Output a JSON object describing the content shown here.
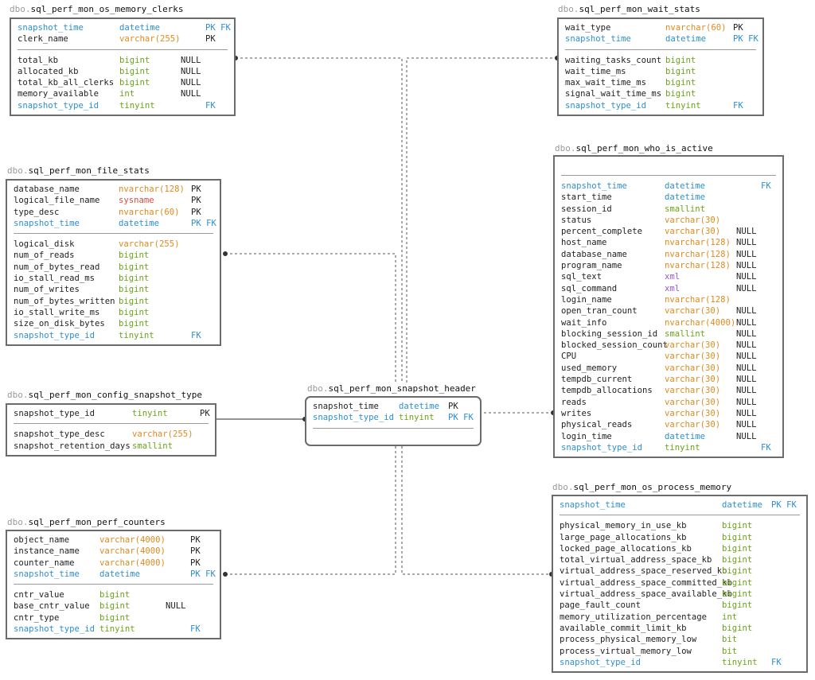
{
  "tables": [
    {
      "id": "os_memory_clerks",
      "schema": "dbo.",
      "name": "sql_perf_mon_os_memory_clerks",
      "rounded": false,
      "key_columns": [
        {
          "name": "snapshot_time",
          "type": "datetime",
          "null": "",
          "keys": "PK FK",
          "fk": true
        },
        {
          "name": "clerk_name",
          "type": "varchar(255)",
          "null": "",
          "keys": "PK",
          "fk": false
        }
      ],
      "columns": [
        {
          "name": "total_kb",
          "type": "bigint",
          "null": "NULL",
          "keys": "",
          "fk": false
        },
        {
          "name": "allocated_kb",
          "type": "bigint",
          "null": "NULL",
          "keys": "",
          "fk": false
        },
        {
          "name": "total_kb_all_clerks",
          "type": "bigint",
          "null": "NULL",
          "keys": "",
          "fk": false
        },
        {
          "name": "memory_available",
          "type": "int",
          "null": "NULL",
          "keys": "",
          "fk": false
        },
        {
          "name": "snapshot_type_id",
          "type": "tinyint",
          "null": "",
          "keys": "FK",
          "fk": true
        }
      ]
    },
    {
      "id": "wait_stats",
      "schema": "dbo.",
      "name": "sql_perf_mon_wait_stats",
      "rounded": false,
      "key_columns": [
        {
          "name": "wait_type",
          "type": "nvarchar(60)",
          "null": "",
          "keys": "PK",
          "fk": false
        },
        {
          "name": "snapshot_time",
          "type": "datetime",
          "null": "",
          "keys": "PK FK",
          "fk": true
        }
      ],
      "columns": [
        {
          "name": "waiting_tasks_count",
          "type": "bigint",
          "null": "",
          "keys": "",
          "fk": false
        },
        {
          "name": "wait_time_ms",
          "type": "bigint",
          "null": "",
          "keys": "",
          "fk": false
        },
        {
          "name": "max_wait_time_ms",
          "type": "bigint",
          "null": "",
          "keys": "",
          "fk": false
        },
        {
          "name": "signal_wait_time_ms",
          "type": "bigint",
          "null": "",
          "keys": "",
          "fk": false
        },
        {
          "name": "snapshot_type_id",
          "type": "tinyint",
          "null": "",
          "keys": "FK",
          "fk": true
        }
      ]
    },
    {
      "id": "file_stats",
      "schema": "dbo.",
      "name": "sql_perf_mon_file_stats",
      "rounded": false,
      "key_columns": [
        {
          "name": "database_name",
          "type": "nvarchar(128)",
          "null": "",
          "keys": "PK",
          "fk": false
        },
        {
          "name": "logical_file_name",
          "type": "sysname",
          "null": "",
          "keys": "PK",
          "fk": false
        },
        {
          "name": "type_desc",
          "type": "nvarchar(60)",
          "null": "",
          "keys": "PK",
          "fk": false
        },
        {
          "name": "snapshot_time",
          "type": "datetime",
          "null": "",
          "keys": "PK FK",
          "fk": true
        }
      ],
      "columns": [
        {
          "name": "logical_disk",
          "type": "varchar(255)",
          "null": "",
          "keys": "",
          "fk": false
        },
        {
          "name": "num_of_reads",
          "type": "bigint",
          "null": "",
          "keys": "",
          "fk": false
        },
        {
          "name": "num_of_bytes_read",
          "type": "bigint",
          "null": "",
          "keys": "",
          "fk": false
        },
        {
          "name": "io_stall_read_ms",
          "type": "bigint",
          "null": "",
          "keys": "",
          "fk": false
        },
        {
          "name": "num_of_writes",
          "type": "bigint",
          "null": "",
          "keys": "",
          "fk": false
        },
        {
          "name": "num_of_bytes_written",
          "type": "bigint",
          "null": "",
          "keys": "",
          "fk": false
        },
        {
          "name": "io_stall_write_ms",
          "type": "bigint",
          "null": "",
          "keys": "",
          "fk": false
        },
        {
          "name": "size_on_disk_bytes",
          "type": "bigint",
          "null": "",
          "keys": "",
          "fk": false
        },
        {
          "name": "snapshot_type_id",
          "type": "tinyint",
          "null": "",
          "keys": "FK",
          "fk": true
        }
      ]
    },
    {
      "id": "who_is_active",
      "schema": "dbo.",
      "name": "sql_perf_mon_who_is_active",
      "rounded": false,
      "key_columns": [],
      "columns": [
        {
          "name": "snapshot_time",
          "type": "datetime",
          "null": "",
          "keys": "FK",
          "fk": true
        },
        {
          "name": "start_time",
          "type": "datetime",
          "null": "",
          "keys": "",
          "fk": false
        },
        {
          "name": "session_id",
          "type": "smallint",
          "null": "",
          "keys": "",
          "fk": false
        },
        {
          "name": "status",
          "type": "varchar(30)",
          "null": "",
          "keys": "",
          "fk": false
        },
        {
          "name": "percent_complete",
          "type": "varchar(30)",
          "null": "NULL",
          "keys": "",
          "fk": false
        },
        {
          "name": "host_name",
          "type": "nvarchar(128)",
          "null": "NULL",
          "keys": "",
          "fk": false
        },
        {
          "name": "database_name",
          "type": "nvarchar(128)",
          "null": "NULL",
          "keys": "",
          "fk": false
        },
        {
          "name": "program_name",
          "type": "nvarchar(128)",
          "null": "NULL",
          "keys": "",
          "fk": false
        },
        {
          "name": "sql_text",
          "type": "xml",
          "null": "NULL",
          "keys": "",
          "fk": false
        },
        {
          "name": "sql_command",
          "type": "xml",
          "null": "NULL",
          "keys": "",
          "fk": false
        },
        {
          "name": "login_name",
          "type": "nvarchar(128)",
          "null": "",
          "keys": "",
          "fk": false
        },
        {
          "name": "open_tran_count",
          "type": "varchar(30)",
          "null": "NULL",
          "keys": "",
          "fk": false
        },
        {
          "name": "wait_info",
          "type": "nvarchar(4000)",
          "null": "NULL",
          "keys": "",
          "fk": false
        },
        {
          "name": "blocking_session_id",
          "type": "smallint",
          "null": "NULL",
          "keys": "",
          "fk": false
        },
        {
          "name": "blocked_session_count",
          "type": "varchar(30)",
          "null": "NULL",
          "keys": "",
          "fk": false
        },
        {
          "name": "CPU",
          "type": "varchar(30)",
          "null": "NULL",
          "keys": "",
          "fk": false
        },
        {
          "name": "used_memory",
          "type": "varchar(30)",
          "null": "NULL",
          "keys": "",
          "fk": false
        },
        {
          "name": "tempdb_current",
          "type": "varchar(30)",
          "null": "NULL",
          "keys": "",
          "fk": false
        },
        {
          "name": "tempdb_allocations",
          "type": "varchar(30)",
          "null": "NULL",
          "keys": "",
          "fk": false
        },
        {
          "name": "reads",
          "type": "varchar(30)",
          "null": "NULL",
          "keys": "",
          "fk": false
        },
        {
          "name": "writes",
          "type": "varchar(30)",
          "null": "NULL",
          "keys": "",
          "fk": false
        },
        {
          "name": "physical_reads",
          "type": "varchar(30)",
          "null": "NULL",
          "keys": "",
          "fk": false
        },
        {
          "name": "login_time",
          "type": "datetime",
          "null": "NULL",
          "keys": "",
          "fk": false
        },
        {
          "name": "snapshot_type_id",
          "type": "tinyint",
          "null": "",
          "keys": "FK",
          "fk": true
        }
      ]
    },
    {
      "id": "config_snapshot_type",
      "schema": "dbo.",
      "name": "sql_perf_mon_config_snapshot_type",
      "rounded": false,
      "key_columns": [
        {
          "name": "snapshot_type_id",
          "type": "tinyint",
          "null": "",
          "keys": "PK",
          "fk": false
        }
      ],
      "columns": [
        {
          "name": "snapshot_type_desc",
          "type": "varchar(255)",
          "null": "",
          "keys": "",
          "fk": false
        },
        {
          "name": "snapshot_retention_days",
          "type": "smallint",
          "null": "",
          "keys": "",
          "fk": false
        }
      ]
    },
    {
      "id": "snapshot_header",
      "schema": "dbo.",
      "name": "sql_perf_mon_snapshot_header",
      "rounded": true,
      "key_columns": [
        {
          "name": "snapshot_time",
          "type": "datetime",
          "null": "",
          "keys": "PK",
          "fk": false
        },
        {
          "name": "snapshot_type_id",
          "type": "tinyint",
          "null": "",
          "keys": "PK FK",
          "fk": true
        }
      ],
      "columns": []
    },
    {
      "id": "perf_counters",
      "schema": "dbo.",
      "name": "sql_perf_mon_perf_counters",
      "rounded": false,
      "key_columns": [
        {
          "name": "object_name",
          "type": "varchar(4000)",
          "null": "",
          "keys": "PK",
          "fk": false
        },
        {
          "name": "instance_name",
          "type": "varchar(4000)",
          "null": "",
          "keys": "PK",
          "fk": false
        },
        {
          "name": "counter_name",
          "type": "varchar(4000)",
          "null": "",
          "keys": "PK",
          "fk": false
        },
        {
          "name": "snapshot_time",
          "type": "datetime",
          "null": "",
          "keys": "PK FK",
          "fk": true
        }
      ],
      "columns": [
        {
          "name": "cntr_value",
          "type": "bigint",
          "null": "",
          "keys": "",
          "fk": false
        },
        {
          "name": "base_cntr_value",
          "type": "bigint",
          "null": "NULL",
          "keys": "",
          "fk": false
        },
        {
          "name": "cntr_type",
          "type": "bigint",
          "null": "",
          "keys": "",
          "fk": false
        },
        {
          "name": "snapshot_type_id",
          "type": "tinyint",
          "null": "",
          "keys": "FK",
          "fk": true
        }
      ]
    },
    {
      "id": "os_process_memory",
      "schema": "dbo.",
      "name": "sql_perf_mon_os_process_memory",
      "rounded": false,
      "key_columns": [
        {
          "name": "snapshot_time",
          "type": "datetime",
          "null": "",
          "keys": "PK FK",
          "fk": true
        }
      ],
      "columns": [
        {
          "name": "physical_memory_in_use_kb",
          "type": "bigint",
          "null": "",
          "keys": "",
          "fk": false
        },
        {
          "name": "large_page_allocations_kb",
          "type": "bigint",
          "null": "",
          "keys": "",
          "fk": false
        },
        {
          "name": "locked_page_allocations_kb",
          "type": "bigint",
          "null": "",
          "keys": "",
          "fk": false
        },
        {
          "name": "total_virtual_address_space_kb",
          "type": "bigint",
          "null": "",
          "keys": "",
          "fk": false
        },
        {
          "name": "virtual_address_space_reserved_kb",
          "type": "bigint",
          "null": "",
          "keys": "",
          "fk": false
        },
        {
          "name": "virtual_address_space_committed_kb",
          "type": "bigint",
          "null": "",
          "keys": "",
          "fk": false
        },
        {
          "name": "virtual_address_space_available_kb",
          "type": "bigint",
          "null": "",
          "keys": "",
          "fk": false
        },
        {
          "name": "page_fault_count",
          "type": "bigint",
          "null": "",
          "keys": "",
          "fk": false
        },
        {
          "name": "memory_utilization_percentage",
          "type": "int",
          "null": "",
          "keys": "",
          "fk": false
        },
        {
          "name": "available_commit_limit_kb",
          "type": "bigint",
          "null": "",
          "keys": "",
          "fk": false
        },
        {
          "name": "process_physical_memory_low",
          "type": "bit",
          "null": "",
          "keys": "",
          "fk": false
        },
        {
          "name": "process_virtual_memory_low",
          "type": "bit",
          "null": "",
          "keys": "",
          "fk": false
        },
        {
          "name": "snapshot_type_id",
          "type": "tinyint",
          "null": "",
          "keys": "FK",
          "fk": true
        }
      ]
    }
  ]
}
